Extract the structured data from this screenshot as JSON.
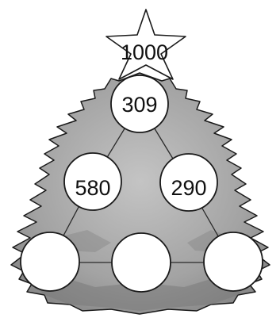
{
  "star": {
    "value": "1000"
  },
  "circles": {
    "top": {
      "value": "309"
    },
    "middle_left": {
      "value": "580"
    },
    "middle_right": {
      "value": "290"
    },
    "bottom_left": {
      "value": ""
    },
    "bottom_center": {
      "value": ""
    },
    "bottom_right": {
      "value": ""
    }
  },
  "colors": {
    "tree_fill": "#a9a9a9",
    "tree_shadow": "#7a7a7a",
    "outline": "#1a1a1a",
    "circle_fill": "#ffffff",
    "star_fill": "#ffffff"
  }
}
